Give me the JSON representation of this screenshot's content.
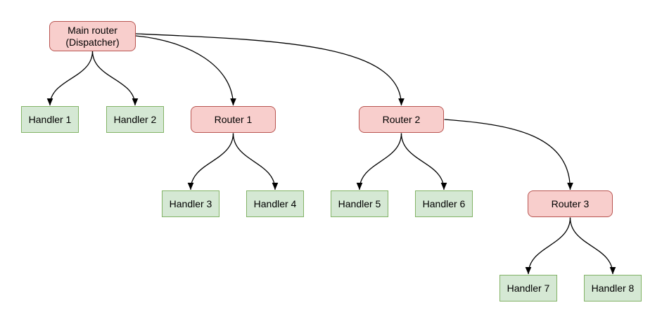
{
  "diagram": {
    "type": "flowchart",
    "background": "#ffffff",
    "palette": {
      "router_fill": "#f8cecc",
      "router_border": "#b85450",
      "handler_fill": "#d5e8d4",
      "handler_border": "#82b366",
      "edge_color": "#000000",
      "text_color": "#000000"
    },
    "nodes": {
      "main": {
        "label": "Main router\n(Dispatcher)",
        "kind": "router"
      },
      "router1": {
        "label": "Router 1",
        "kind": "router"
      },
      "router2": {
        "label": "Router 2",
        "kind": "router"
      },
      "router3": {
        "label": "Router 3",
        "kind": "router"
      },
      "handler1": {
        "label": "Handler 1",
        "kind": "handler"
      },
      "handler2": {
        "label": "Handler 2",
        "kind": "handler"
      },
      "handler3": {
        "label": "Handler 3",
        "kind": "handler"
      },
      "handler4": {
        "label": "Handler 4",
        "kind": "handler"
      },
      "handler5": {
        "label": "Handler 5",
        "kind": "handler"
      },
      "handler6": {
        "label": "Handler 6",
        "kind": "handler"
      },
      "handler7": {
        "label": "Handler 7",
        "kind": "handler"
      },
      "handler8": {
        "label": "Handler 8",
        "kind": "handler"
      }
    },
    "edges": [
      {
        "from": "main",
        "to": "handler1"
      },
      {
        "from": "main",
        "to": "handler2"
      },
      {
        "from": "main",
        "to": "router1"
      },
      {
        "from": "main",
        "to": "router2"
      },
      {
        "from": "router1",
        "to": "handler3"
      },
      {
        "from": "router1",
        "to": "handler4"
      },
      {
        "from": "router2",
        "to": "handler5"
      },
      {
        "from": "router2",
        "to": "handler6"
      },
      {
        "from": "router2",
        "to": "router3"
      },
      {
        "from": "router3",
        "to": "handler7"
      },
      {
        "from": "router3",
        "to": "handler8"
      }
    ]
  }
}
